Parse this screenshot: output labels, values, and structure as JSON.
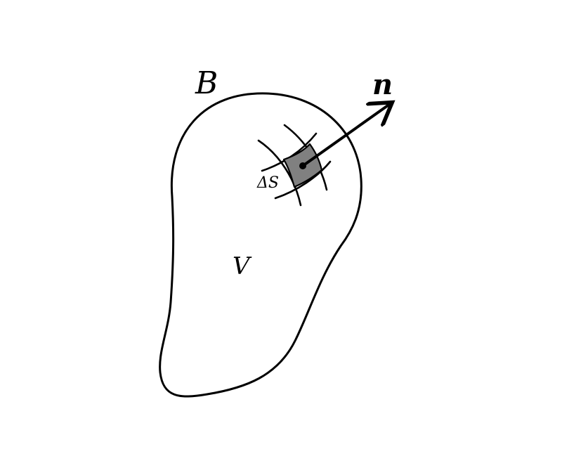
{
  "diagram": {
    "labels": {
      "boundary": "B",
      "volume": "V",
      "surface_element": "ΔS",
      "normal": "n"
    },
    "colors": {
      "stroke": "#000000",
      "patch_fill": "#808080",
      "background": "#ffffff"
    }
  }
}
